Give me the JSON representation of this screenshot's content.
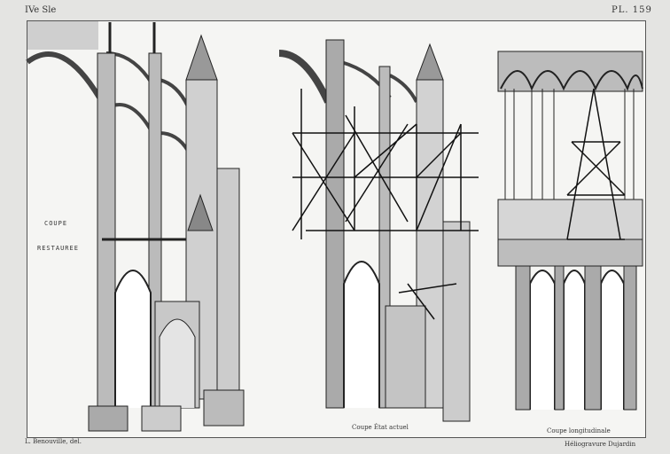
{
  "plate": {
    "series": "IVe Sle",
    "number": "PL. 159"
  },
  "drawings": [
    {
      "label_line1": "COUPE",
      "label_line2": "RESTAUREE"
    },
    {
      "label": "Coupe État actuel"
    },
    {
      "label": "Coupe longitudinale"
    }
  ],
  "credits": {
    "draftsman": "L. Benouville, del.",
    "engraver": "Héliogravure Dujardin"
  }
}
